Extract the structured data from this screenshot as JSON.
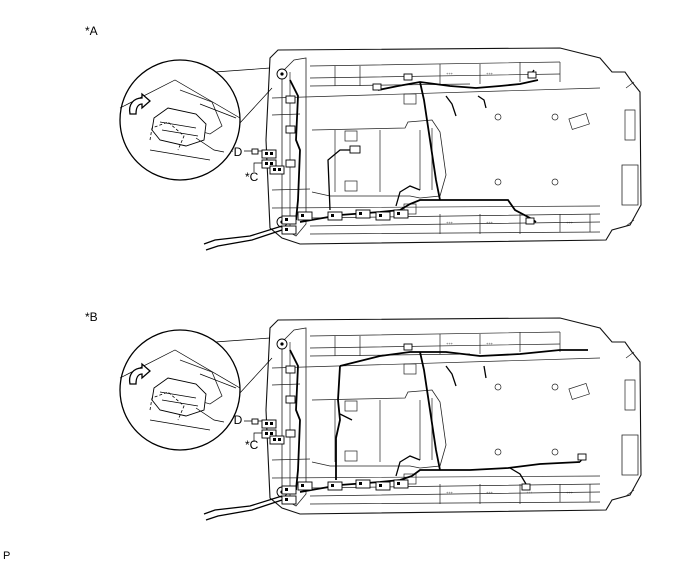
{
  "figure": {
    "view_a": {
      "label": "*A"
    },
    "view_b": {
      "label": "*B"
    },
    "callouts": {
      "c": "*C",
      "d": "*D"
    },
    "footer": "P"
  },
  "colors": {
    "line": "#000000",
    "background": "#ffffff"
  },
  "icons": [
    "rotate-arrow-icon",
    "connector-icon",
    "clip-icon"
  ]
}
